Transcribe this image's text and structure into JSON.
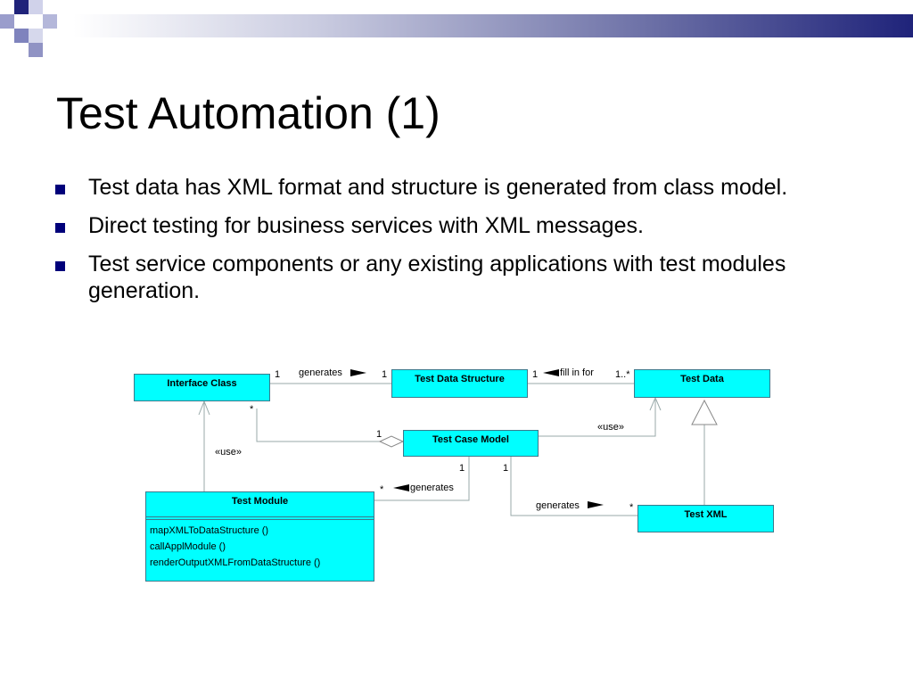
{
  "slide": {
    "title": "Test Automation (1)",
    "bullets": [
      "Test data has XML format and structure is generated from class model.",
      "Direct testing for business services with XML messages.",
      "Test service components or any existing applications with test modules generation."
    ]
  },
  "diagram": {
    "classes": {
      "interface_class": "Interface Class",
      "test_data_structure": "Test Data Structure",
      "test_data": "Test Data",
      "test_case_model": "Test Case Model",
      "test_module": "Test Module",
      "test_xml": "Test XML"
    },
    "test_module_operations": [
      "mapXMLToDataStructure ()",
      "callApplModule ()",
      "renderOutputXMLFromDataStructure ()"
    ],
    "labels": {
      "generates_top": "generates",
      "fill_in_for": "fill in for",
      "use_right": "«use»",
      "use_left": "«use»",
      "generates_module": "generates",
      "generates_xml": "generates"
    },
    "multiplicities": {
      "ic_tds_left": "1",
      "ic_tds_right": "1",
      "tds_td_left": "1",
      "tds_td_right": "1..*",
      "ic_star": "*",
      "tcm_agg": "1",
      "tcm_bottom_left": "1",
      "tcm_bottom_right": "1",
      "module_star": "*",
      "xml_star": "*"
    }
  }
}
